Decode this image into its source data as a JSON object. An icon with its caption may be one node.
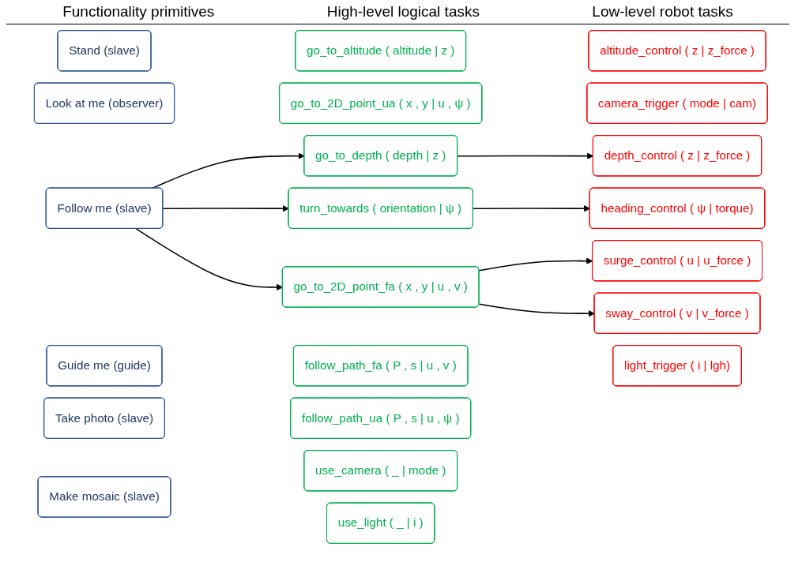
{
  "diagram": {
    "nodes": [
      {
        "text": [
          "Stand (slave)"
        ]
      },
      {
        "text": [
          "Look at me (observer)"
        ]
      },
      {
        "text": [
          "Follow me (slave)"
        ]
      },
      {
        "text": [
          "Guide me (guide)"
        ]
      },
      {
        "text": [
          "Take photo (slave)"
        ]
      },
      {
        "text": [
          "Make mosaic (slave)"
        ]
      },
      {
        "text": [
          "go_to_depth ( depth | z )"
        ]
      },
      {
        "text": [
          "go_to_altitude ( altitude | z )"
        ]
      },
      {
        "text": [
          "turn_towards ( orientation | ψ )"
        ]
      },
      {
        "text": [
          "go_to_2D_point_fa ( x , y | u , v )"
        ]
      },
      {
        "text": [
          "go_to_2D_point_ua ( x , y | u , ψ )"
        ]
      },
      {
        "text": [
          "follow_path_fa ( P , s | u , v )"
        ]
      },
      {
        "text": [
          "follow_path_ua ( P , s | u , ψ )"
        ]
      },
      {
        "text": [
          "use_camera ( _ | mode )"
        ]
      },
      {
        "text": [
          "use_light ( _ | i )"
        ]
      },
      {
        "text": [
          "depth_control ( z | z_force )"
        ]
      },
      {
        "text": [
          "altitude_control ( z | z_force )"
        ]
      },
      {
        "text": [
          "heading_control ( ψ | torque)"
        ]
      },
      {
        "text": [
          "surge_control ( u | u_force )"
        ]
      },
      {
        "text": [
          "sway_control ( v | v_force )"
        ]
      },
      {
        "text": [
          "camera_trigger ( mode | cam)"
        ]
      },
      {
        "text": [
          "light_trigger ( i | lgh)"
        ]
      }
    ],
    "edges": [
      {
        "from": 2,
        "to": 6,
        "arrow": "to"
      },
      {
        "from": 2,
        "to": 8,
        "arrow": "to"
      },
      {
        "from": 2,
        "to": 9,
        "arrow": "to"
      },
      {
        "from": 6,
        "to": 15,
        "arrow": "to"
      },
      {
        "from": 8,
        "to": 17,
        "arrow": "to"
      },
      {
        "from": 9,
        "to": 18,
        "arrow": "to"
      },
      {
        "from": 9,
        "to": 19,
        "arrow": "to"
      }
    ],
    "labels": [
      "Functionality primitives",
      "High-level logical tasks",
      "Low-level robot tasks"
    ]
  }
}
